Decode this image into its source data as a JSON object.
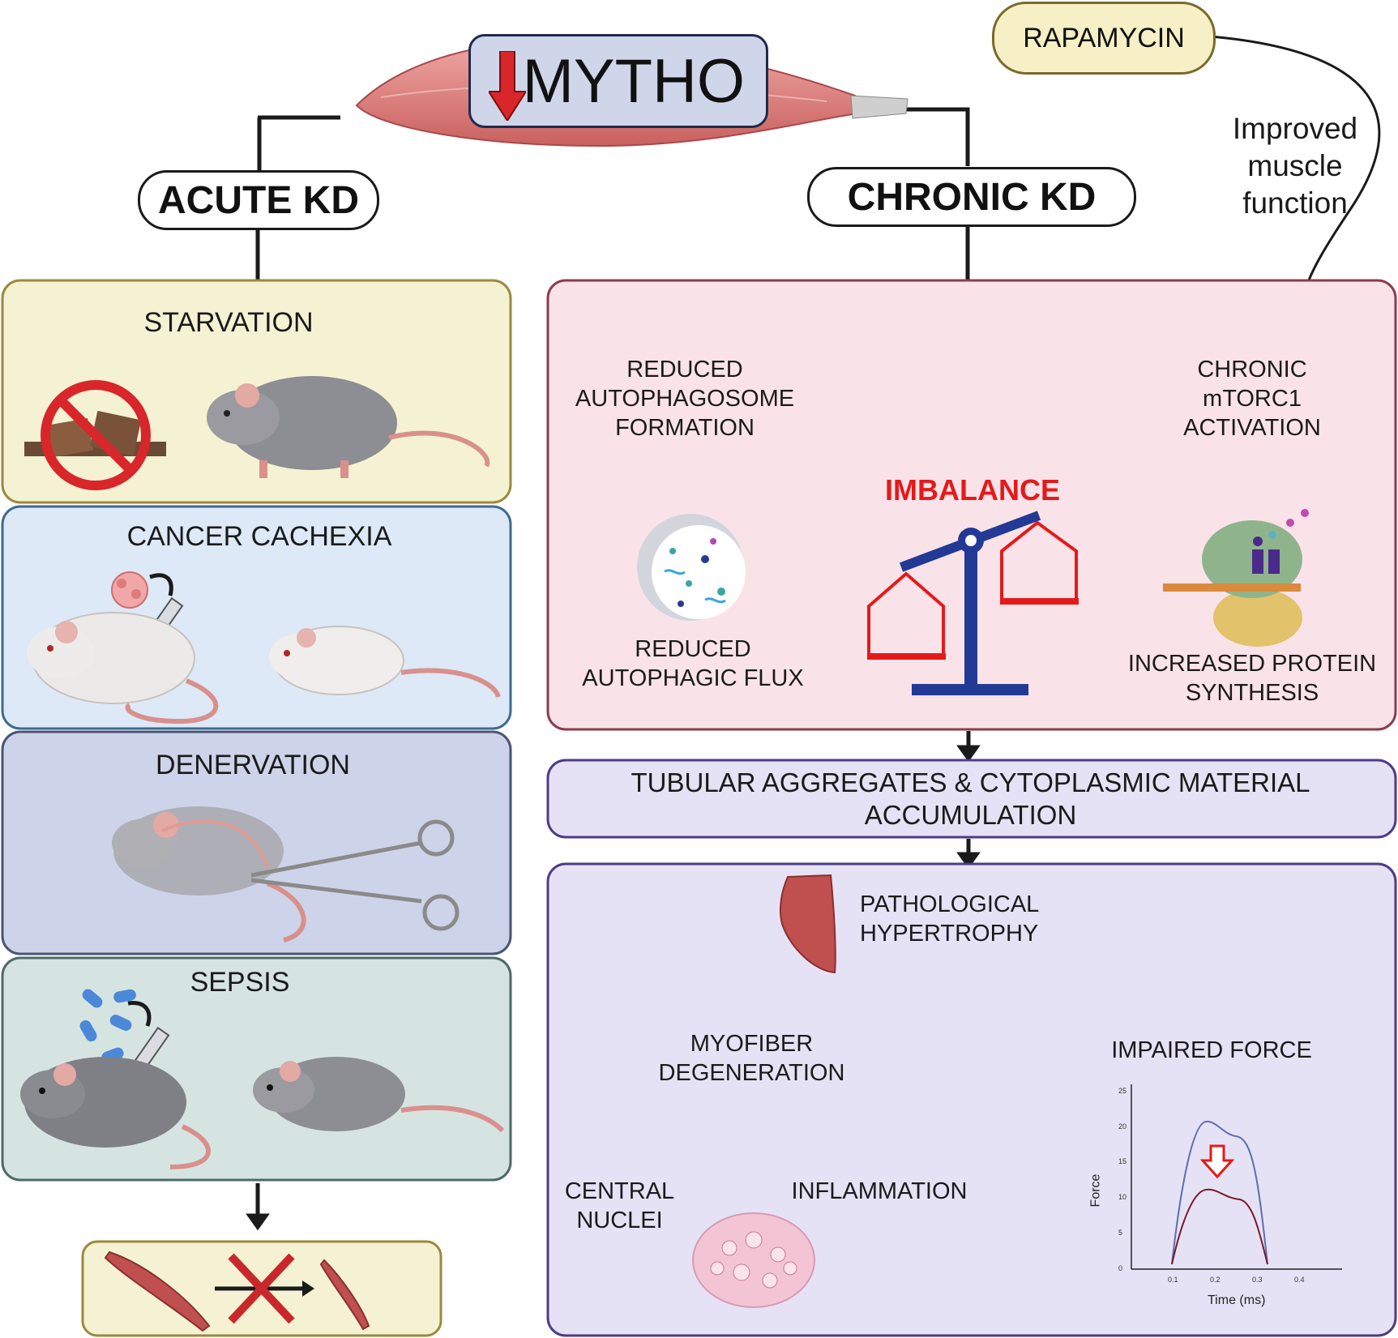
{
  "title": {
    "text": "MYTHO"
  },
  "rapamycin": {
    "label": "RAPAMYCIN",
    "effect": "Improved muscle function"
  },
  "acute": {
    "label": "ACUTE KD",
    "conditions": [
      {
        "label": "STARVATION"
      },
      {
        "label": "CANCER CACHEXIA"
      },
      {
        "label": "DENERVATION"
      },
      {
        "label": "SEPSIS"
      }
    ]
  },
  "chronic": {
    "label": "CHRONIC KD",
    "reduced_autophagosome": "REDUCED AUTOPHAGOSOME FORMATION",
    "chronic_mtorc1": "CHRONIC mTORC1 ACTIVATION",
    "imbalance": "IMBALANCE",
    "reduced_flux": "REDUCED AUTOPHAGIC FLUX",
    "increased_synthesis": "INCREASED PROTEIN SYNTHESIS",
    "tubular": "TUBULAR AGGREGATES & CYTOPLASMIC MATERIAL ACCUMULATION",
    "pathological": "PATHOLOGICAL HYPERTROPHY",
    "myofiber": "MYOFIBER DEGENERATION",
    "impaired_force": "IMPAIRED FORCE",
    "central_nuclei": "CENTRAL NUCLEI",
    "inflammation": "INFLAMMATION"
  },
  "force_chart": {
    "xlabel": "Time (ms)",
    "ylabel": "Force",
    "xticks": [
      "0.1",
      "0.2",
      "0.3",
      "0.4"
    ],
    "yticks": [
      "0",
      "5",
      "10",
      "15",
      "20",
      "25"
    ],
    "colors": {
      "control": "#5a6fb5",
      "kd": "#7a1a2a",
      "arrow": "#e41a1a"
    }
  },
  "colors": {
    "starvation_bg": "#f5f2d3",
    "cachexia_bg": "#dde9f6",
    "denervation_bg": "#cdd3e8",
    "sepsis_bg": "#d6e4e1",
    "chronic_bg": "#f9e3e9",
    "lavender_bg": "#e6e2f5",
    "scale_blue": "#223a95",
    "scale_red": "#e41a1a"
  }
}
